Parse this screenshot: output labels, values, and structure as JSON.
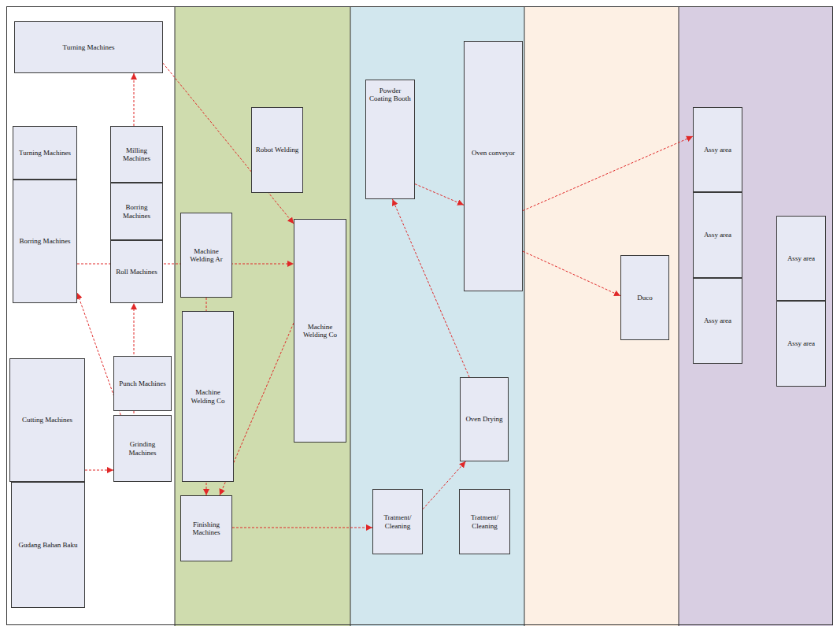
{
  "diagram": {
    "nodes": [
      {
        "text": [
          "Turning Machines"
        ]
      },
      {
        "text": [
          "Turning Machines"
        ]
      },
      {
        "text": [
          "Milling Machines"
        ]
      },
      {
        "text": [
          "Borring Machines"
        ]
      },
      {
        "text": [
          "Borring Machines"
        ]
      },
      {
        "text": [
          "Roll Machines"
        ]
      },
      {
        "text": [
          "Cutting Machines"
        ]
      },
      {
        "text": [
          "Punch Machines"
        ]
      },
      {
        "text": [
          "Grinding Machines"
        ]
      },
      {
        "text": [
          "Gudang Bahan Baku"
        ]
      },
      {
        "text": [
          "Robot Welding"
        ]
      },
      {
        "text": [
          "Machine Welding Ar"
        ]
      },
      {
        "text": [
          "Machine Welding Co"
        ]
      },
      {
        "text": [
          "Machine Welding Co"
        ]
      },
      {
        "text": [
          "Finishing Machines"
        ]
      },
      {
        "text": [
          "Powder Coating Booth"
        ]
      },
      {
        "text": [
          "Oven conveyor"
        ]
      },
      {
        "text": [
          "Oven Drying"
        ]
      },
      {
        "text": [
          "Tratment/ Cleaning"
        ]
      },
      {
        "text": [
          "Tratment/ Cleaning"
        ]
      },
      {
        "text": [
          "Duco"
        ]
      },
      {
        "text": [
          "Assy area"
        ]
      },
      {
        "text": [
          "Assy area"
        ]
      },
      {
        "text": [
          "Assy area"
        ]
      },
      {
        "text": [
          "Assy area"
        ]
      },
      {
        "text": [
          "Assy area"
        ]
      }
    ],
    "edges": [
      {
        "from": 6,
        "to": 8,
        "arrow": "to"
      },
      {
        "from": 8,
        "to": 4,
        "arrow": "to"
      },
      {
        "from": 8,
        "to": 5,
        "arrow": "to"
      },
      {
        "from": 5,
        "to": 0,
        "arrow": "to"
      },
      {
        "from": 0,
        "to": 12,
        "arrow": "to"
      },
      {
        "from": 4,
        "to": 12,
        "arrow": "to"
      },
      {
        "from": 11,
        "to": 14,
        "arrow": "to"
      },
      {
        "from": 12,
        "to": 14,
        "arrow": "to"
      },
      {
        "from": 14,
        "to": 18,
        "arrow": "to"
      },
      {
        "from": 18,
        "to": 17,
        "arrow": "to"
      },
      {
        "from": 17,
        "to": 15,
        "arrow": "to"
      },
      {
        "from": 15,
        "to": 16,
        "arrow": "to"
      },
      {
        "from": 16,
        "to": 21,
        "arrow": "to"
      },
      {
        "from": 16,
        "to": 20,
        "arrow": "to"
      }
    ]
  }
}
